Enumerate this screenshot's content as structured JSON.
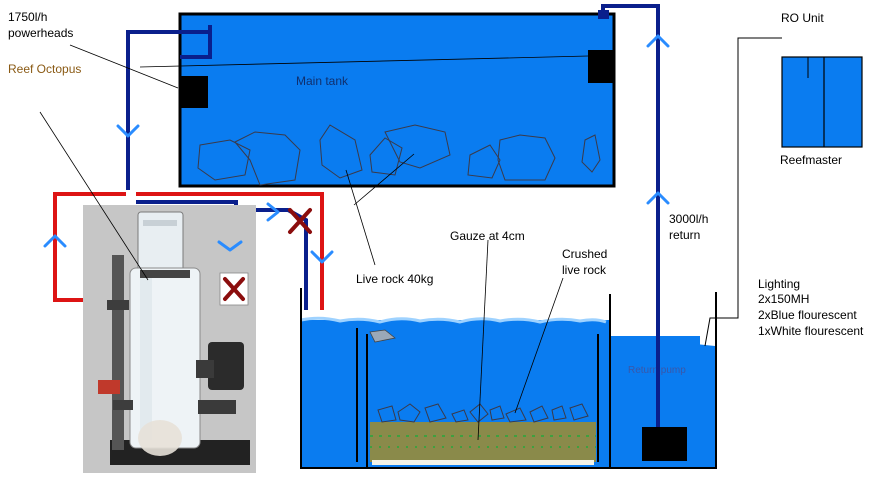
{
  "labels": {
    "powerheads": [
      "1750l/h",
      "powerheads"
    ],
    "reef_octopus": "Reef Octopus",
    "main_tank": "Main tank",
    "ro_unit": "RO Unit",
    "reefmaster": "Reefmaster",
    "return_pump": [
      "3000l/h",
      "return"
    ],
    "gauze": "Gauze at 4cm",
    "crushed_rock": [
      "Crushed",
      "live rock"
    ],
    "live_rock": "Live rock 40kg",
    "lighting": [
      "Lighting",
      "2x150MH",
      "2xBlue flourescent",
      "1xWhite flourescent"
    ],
    "sump_faint": "Return pump"
  },
  "colors": {
    "water": "#0a7cf0",
    "pipe_blue": "#0a1f8c",
    "pipe_red": "#dd1414",
    "arrow_blue": "#2a8cff",
    "valve_x": "#8b0d0d",
    "outline": "#000000",
    "sand": "#8a8a4a",
    "rock_stroke": "#3a3a4a"
  }
}
